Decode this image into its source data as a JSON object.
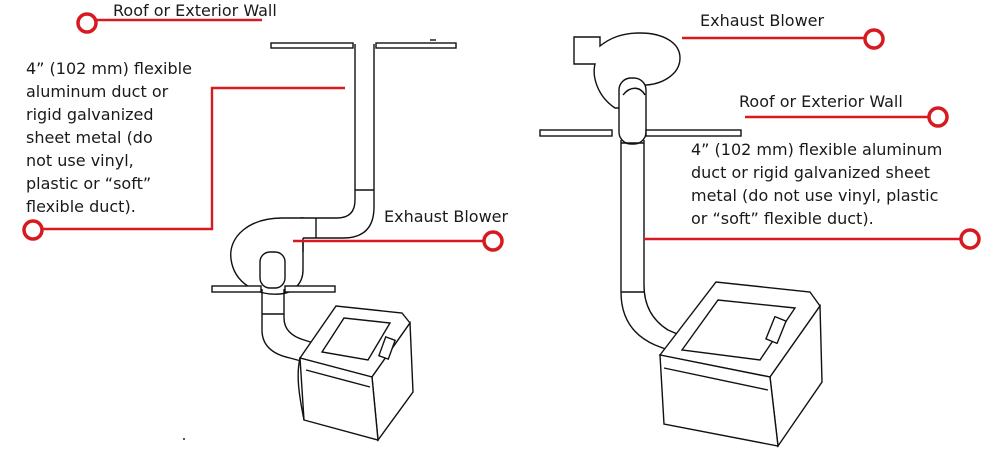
{
  "colors": {
    "leader": "#d71920",
    "line_art": "#111111",
    "text": "#1a1a1a"
  },
  "left_diagram": {
    "roof_label": "Roof or Exterior Wall",
    "duct_label": "4” (102 mm) flexible\naluminum duct or\nrigid galvanized\nsheet metal (do\nnot use vinyl,\nplastic or “soft”\nflexible duct).",
    "blower_label": "Exhaust Blower"
  },
  "right_diagram": {
    "blower_label": "Exhaust Blower",
    "roof_label": "Roof or Exterior Wall",
    "duct_label": "4” (102 mm) flexible aluminum\nduct or rigid galvanized sheet\nmetal (do not use vinyl, plastic\nor “soft” flexible duct)."
  }
}
